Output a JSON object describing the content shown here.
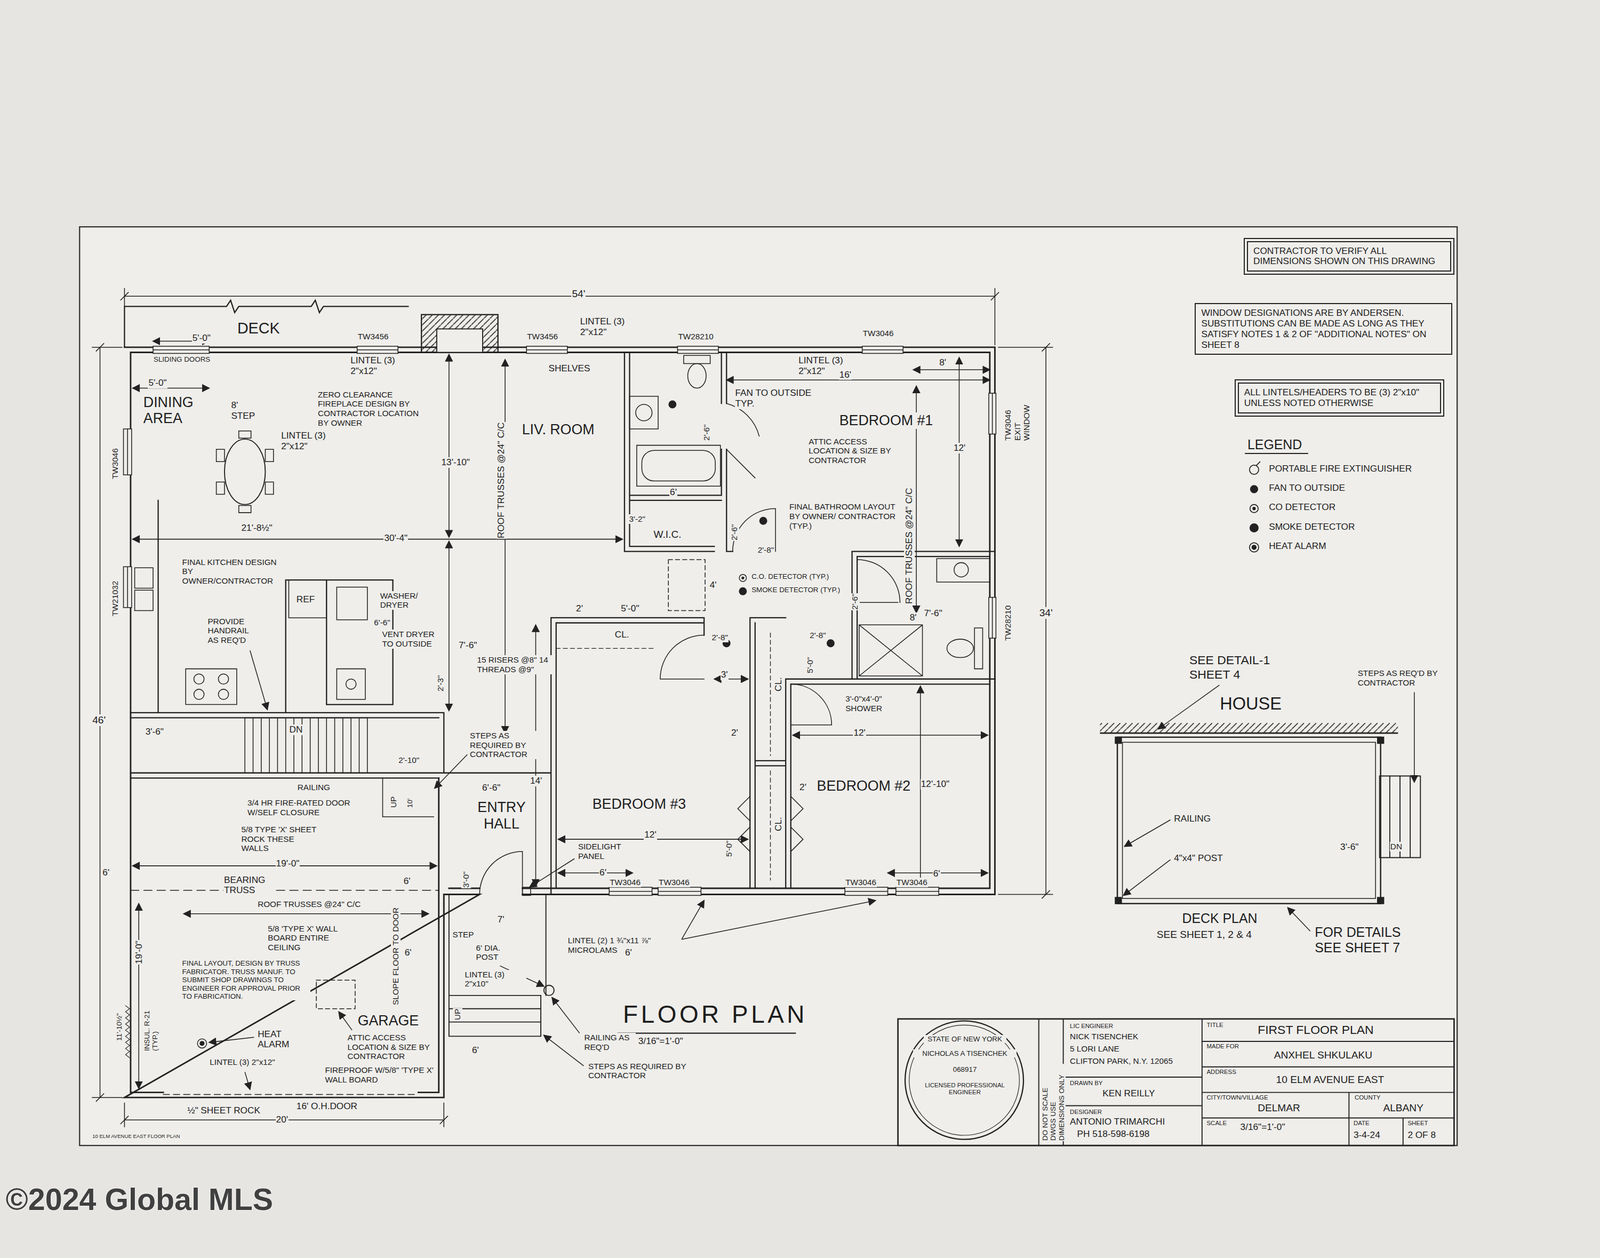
{
  "diagram": {
    "title": "FLOOR PLAN",
    "nodes": [
      {
        "text": [
          "CONTRACTOR TO VERIFY ALL DIMENSIONS SHOWN ON THIS DRAWING"
        ]
      },
      {
        "text": [
          "WINDOW DESIGNATIONS ARE BY ANDERSEN. SUBSTITUTIONS CAN BE MADE AS LONG AS THEY SATISFY NOTES 1 & 2 OF \"ADDITIONAL NOTES\" ON SHEET 8"
        ]
      },
      {
        "text": [
          "ALL LINTELS/HEADERS TO BE (3) 2\"x10\" UNLESS NOTED OTHERWISE"
        ]
      }
    ],
    "labels": [
      "54'",
      "DECK",
      "5'-0\"",
      "TW3456",
      "TW3456",
      "LINTEL (3) 2\"x12\"",
      "TW28210",
      "TW3046",
      "SLIDING DOORS",
      "LINTEL (3) 2\"x12\"",
      "SHELVES",
      "LINTEL (3) 2\"x12\"",
      "8'",
      "16'",
      "5'-0\"",
      "DINING AREA",
      "8' STEP",
      "ZERO CLEARANCE FIREPLACE DESIGN BY CONTRACTOR LOCATION BY OWNER",
      "LIV. ROOM",
      "FAN TO OUTSIDE TYP.",
      "BEDROOM #1",
      "TW3046 EXIT WINDOW",
      "TW3046",
      "LINTEL (3) 2\"x12\"",
      "13'-10\"",
      "ROOF TRUSSES @24\" C/C",
      "2'-6\"",
      "ATTIC ACCESS LOCATION & SIZE BY CONTRACTOR",
      "12'",
      "6'",
      "21'-8½\"",
      "3'-2\"",
      "W.I.C.",
      "2'-6\"",
      "FINAL BATHROOM LAYOUT BY OWNER/ CONTRACTOR (TYP.)",
      "ROOF TRUSSES @24\" C/C",
      "30'-4\"",
      "2'-8\"",
      "TW21032",
      "FINAL KITCHEN DESIGN BY OWNER/CONTRACTOR",
      "4'",
      "C.O. DETECTOR (TYP.)",
      "SMOKE DETECTOR (TYP.)",
      "2'-6\"",
      "7'-6\"",
      "8'",
      "REF",
      "WASHER/ DRYER",
      "TW28210",
      "34'",
      "2'",
      "5'-0\"",
      "CL.",
      "6'-6\"",
      "VENT DRYER TO OUTSIDE",
      "PROVIDE HANDRAIL AS REQ'D",
      "2'-8\"",
      "2'-8\"",
      "46'",
      "7'-6\"",
      "15 RISERS @8\" 14 THREADS @9\"",
      "2'-3\"",
      "3'",
      "CL.",
      "5'-0\"",
      "3'-0\"x4'-0\" SHOWER",
      "DN",
      "3'-6\"",
      "STEPS AS REQUIRED BY CONTRACTOR",
      "14'",
      "12'",
      "2'",
      "2'-10\"",
      "BEDROOM #3",
      "BEDROOM #2",
      "12'-10\"",
      "2'",
      "RAILING",
      "UP",
      "10'",
      "6'-6\"",
      "ENTRY HALL",
      "3/4 HR FIRE-RATED DOOR W/SELF CLOSURE",
      "5/8 TYPE 'X' SHEET ROCK THESE WALLS",
      "CL.",
      "5'-0\"",
      "12'",
      "19'-0\"",
      "6'",
      "SIDELIGHT PANEL",
      "3'-0\"",
      "6'",
      "6'",
      "BEARING TRUSS",
      "6'",
      "TW3046",
      "TW3046",
      "TW3046",
      "TW3046",
      "ROOF TRUSSES @24\" C/C",
      "7'",
      "19'-0\"",
      "5/8 'TYPE X' WALL BOARD ENTIRE CEILING",
      "STEP",
      "6'",
      "6' DIA. POST",
      "LINTEL (2) 1 ¾\"x11 ⅞\" MICROLAMS",
      "6'",
      "SLOPE FLOOR TO DOOR",
      "FINAL LAYOUT, DESIGN BY TRUSS FABRICATOR. TRUSS MANUF. TO SUBMIT SHOP DRAWINGS TO ENGINEER FOR APPROVAL PRIOR TO FABRICATION.",
      "LINTEL (3) 2\"x10\"",
      "UP",
      "GARAGE",
      "INSUL. R-21 (TYP.)",
      "11'-10½\"",
      "ATTIC ACCESS LOCATION & SIZE BY CONTRACTOR",
      "HEAT ALARM",
      "RAILING AS REQ'D",
      "3/16\"=1'-0\"",
      "6'",
      "LINTEL (3) 2\"x12\"",
      "FIREPROOF W/5/8\" 'TYPE X' WALL BOARD",
      "STEPS AS REQUIRED BY CONTRACTOR",
      "½\" SHEET ROCK",
      "16' O.H.DOOR",
      "20'",
      "10 ELM AVENUE EAST FLOOR PLAN",
      "SEE DETAIL-1 SHEET 4",
      "STEPS AS REQ'D BY CONTRACTOR",
      "HOUSE",
      "RAILING",
      "3'-6\"",
      "DN",
      "4\"x4\" POST",
      "DECK PLAN",
      "SEE SHEET 1, 2 & 4",
      "FOR DETAILS SEE SHEET 7",
      "LEGEND",
      "DO NOT SCALE DWGS USE DIMENSIONS ONLY",
      "LIC ENGINEER",
      "NICK TISENCHEK",
      "5 LORI LANE",
      "CLIFTON PARK, N.Y. 12065",
      "DRAWN BY",
      "KEN REILLY",
      "DESIGNER",
      "ANTONIO TRIMARCHI",
      "PH 518-598-6198",
      "TITLE",
      "FIRST FLOOR PLAN",
      "MADE FOR",
      "ANXHEL SHKULAKU",
      "ADDRESS",
      "10 ELM AVENUE EAST",
      "CITY/TOWN/VILLAGE",
      "DELMAR",
      "COUNTY",
      "ALBANY",
      "SCALE",
      "3/16\"=1'-0\"",
      "DATE",
      "3-4-24",
      "SHEET",
      "2 OF 8",
      "STATE OF NEW YORK",
      "NICHOLAS A TISENCHEK",
      "068917",
      "LICENSED PROFESSIONAL ENGINEER",
      "©2024 Global MLS"
    ],
    "legend": [
      {
        "text": "PORTABLE FIRE EXTINGUISHER"
      },
      {
        "text": "FAN TO OUTSIDE"
      },
      {
        "text": "CO DETECTOR"
      },
      {
        "text": "SMOKE DETECTOR"
      },
      {
        "text": "HEAT ALARM"
      }
    ]
  }
}
